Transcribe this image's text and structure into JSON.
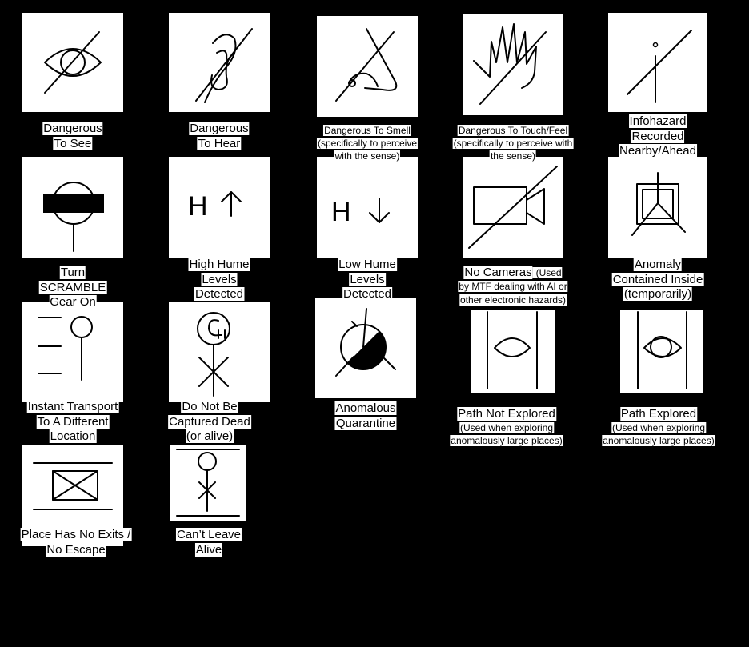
{
  "symbols": [
    {
      "id": "see",
      "caption": [
        "Dangerous",
        "To See"
      ]
    },
    {
      "id": "hear",
      "caption": [
        "Dangerous",
        "To Hear"
      ]
    },
    {
      "id": "smell",
      "caption": [
        "Dangerous To Smell",
        "(specifically to perceive",
        "with the sense)"
      ]
    },
    {
      "id": "touch",
      "caption": [
        "Dangerous To Touch/Feel",
        "(specifically to perceive with",
        "the sense)"
      ]
    },
    {
      "id": "infohazard",
      "caption": [
        "Infohazard",
        "Recorded",
        "Nearby/Ahead"
      ]
    },
    {
      "id": "scramble",
      "caption": [
        "Turn",
        "SCRAMBLE",
        "Gear On"
      ]
    },
    {
      "id": "high-hume",
      "caption": [
        "High Hume",
        "Levels",
        "Detected"
      ],
      "glyph": "H"
    },
    {
      "id": "low-hume",
      "caption": [
        "Low Hume",
        "Levels",
        "Detected"
      ],
      "glyph": "H"
    },
    {
      "id": "no-cameras",
      "title": "No Cameras",
      "caption": [
        "(Used",
        "by MTF dealing with AI or",
        "other electronic hazards)"
      ]
    },
    {
      "id": "anomaly-contained",
      "caption": [
        "Anomaly",
        "Contained Inside",
        "(temporarily)"
      ]
    },
    {
      "id": "instant-transport",
      "caption": [
        "Instant Transport",
        "To A Different",
        "Location"
      ]
    },
    {
      "id": "captured",
      "caption": [
        "Do Not Be",
        "Captured Dead",
        "(or alive)"
      ]
    },
    {
      "id": "quarantine",
      "caption": [
        "Anomalous",
        "Quarantine"
      ]
    },
    {
      "id": "path-not-explored",
      "title": "Path Not Explored",
      "caption": [
        "(Used when exploring",
        "anomalously large places)"
      ]
    },
    {
      "id": "path-explored",
      "title": "Path Explored",
      "caption": [
        "(Used when exploring",
        "anomalously large places)"
      ]
    },
    {
      "id": "no-exits",
      "caption": [
        "Place Has No Exits /",
        "No Escape"
      ]
    },
    {
      "id": "cant-leave",
      "caption": [
        "Can’t Leave",
        "Alive"
      ]
    }
  ]
}
